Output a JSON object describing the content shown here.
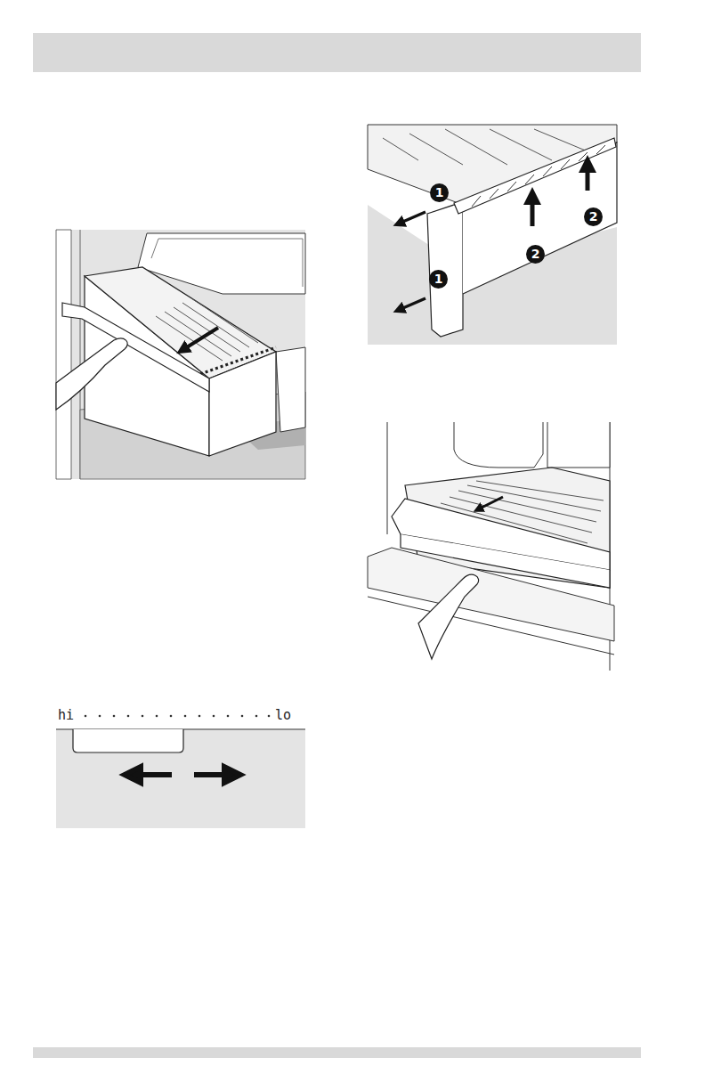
{
  "diagram": {
    "labels": [
      "hi",
      "lo",
      "1",
      "2",
      "2",
      "1"
    ]
  }
}
